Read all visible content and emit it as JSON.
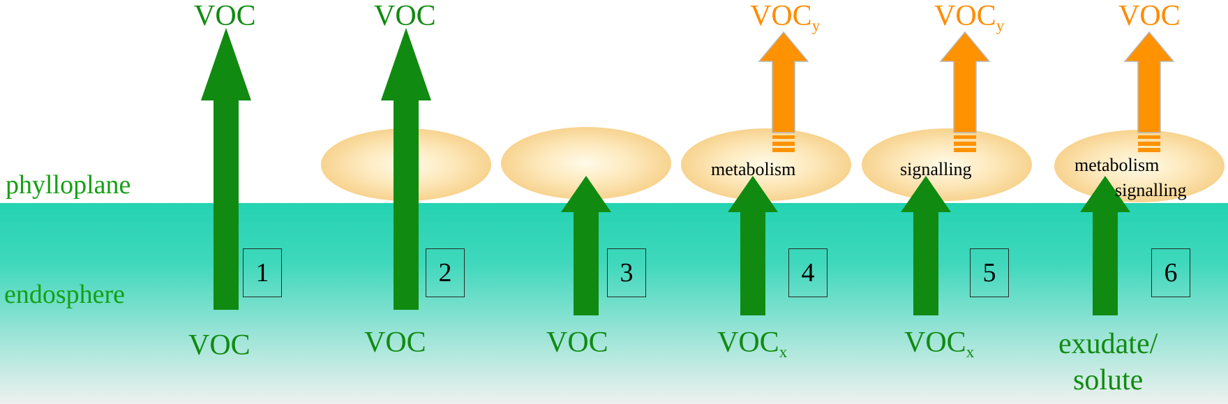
{
  "zones": {
    "phylloplane": "phylloplane",
    "endosphere": "endosphere"
  },
  "colors": {
    "arrow_green": "#118a11",
    "arrow_orange": "#ff9200",
    "cell_fill": "#fbe5b4",
    "endosphere": "#24d3b2"
  },
  "scenarios": [
    {
      "number": "1",
      "bottom_label": "VOC",
      "bottom_sub": "",
      "top_label": "VOC",
      "top_sub": "",
      "top_color": "green",
      "cell_label": "",
      "cell_label_2": ""
    },
    {
      "number": "2",
      "bottom_label": "VOC",
      "bottom_sub": "",
      "top_label": "VOC",
      "top_sub": "",
      "top_color": "green",
      "cell_label": "",
      "cell_label_2": ""
    },
    {
      "number": "3",
      "bottom_label": "VOC",
      "bottom_sub": "",
      "top_label": "",
      "top_sub": "",
      "top_color": "",
      "cell_label": "",
      "cell_label_2": ""
    },
    {
      "number": "4",
      "bottom_label": "VOC",
      "bottom_sub": "x",
      "top_label": "VOC",
      "top_sub": "y",
      "top_color": "orange",
      "cell_label": "metabolism",
      "cell_label_2": ""
    },
    {
      "number": "5",
      "bottom_label": "VOC",
      "bottom_sub": "x",
      "top_label": "VOC",
      "top_sub": "y",
      "top_color": "orange",
      "cell_label": "signalling",
      "cell_label_2": ""
    },
    {
      "number": "6",
      "bottom_label": "exudate/",
      "bottom_label_2": "solute",
      "bottom_sub": "",
      "top_label": "VOC",
      "top_sub": "",
      "top_color": "orange",
      "cell_label": "metabolism",
      "cell_label_2": "signalling"
    }
  ]
}
